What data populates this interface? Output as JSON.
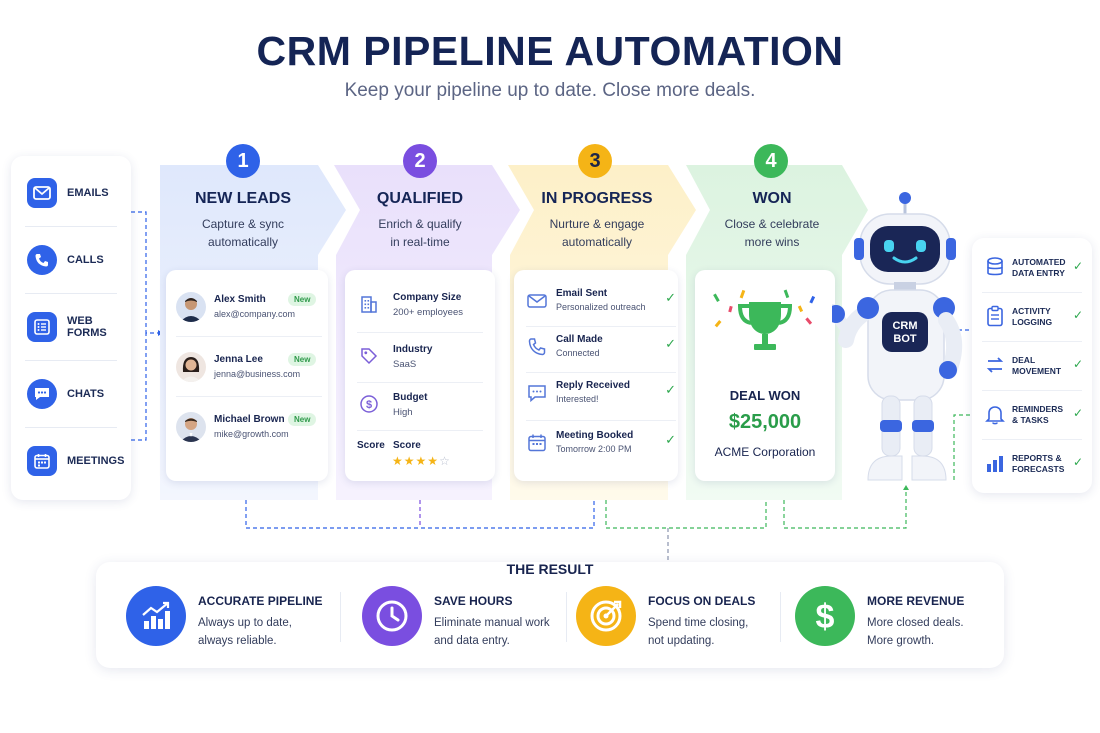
{
  "header": {
    "title": "CRM PIPELINE AUTOMATION",
    "subtitle": "Keep your pipeline up to date. Close more deals."
  },
  "sources": [
    {
      "label": "EMAILS",
      "icon": "envelope-icon"
    },
    {
      "label": "CALLS",
      "icon": "phone-icon"
    },
    {
      "label": "WEB FORMS",
      "icon": "form-icon"
    },
    {
      "label": "CHATS",
      "icon": "chat-bubble-icon"
    },
    {
      "label": "MEETINGS",
      "icon": "calendar-icon"
    }
  ],
  "stages": [
    {
      "num": "1",
      "title": "NEW LEADS",
      "desc1": "Capture & sync",
      "desc2": "automatically",
      "color": "#2f62e8"
    },
    {
      "num": "2",
      "title": "QUALIFIED",
      "desc1": "Enrich & qualify",
      "desc2": "in real-time",
      "color": "#7a4ee0"
    },
    {
      "num": "3",
      "title": "IN PROGRESS",
      "desc1": "Nurture & engage",
      "desc2": "automatically",
      "color": "#f5b416"
    },
    {
      "num": "4",
      "title": "WON",
      "desc1": "Close & celebrate",
      "desc2": "more wins",
      "color": "#3cb85a"
    }
  ],
  "leads": [
    {
      "name": "Alex Smith",
      "email": "alex@company.com",
      "badge": "New"
    },
    {
      "name": "Jenna Lee",
      "email": "jenna@business.com",
      "badge": "New"
    },
    {
      "name": "Michael Brown",
      "email": "mike@growth.com",
      "badge": "New"
    }
  ],
  "qualified": {
    "company_key": "Company Size",
    "company_val": "200+ employees",
    "industry_key": "Industry",
    "industry_val": "SaaS",
    "budget_key": "Budget",
    "budget_val": "High",
    "score_label": "Score",
    "score_key": "Score",
    "score_stars": 4,
    "score_max": 5
  },
  "progress": [
    {
      "title": "Email Sent",
      "detail": "Personalized outreach",
      "icon": "envelope-icon"
    },
    {
      "title": "Call Made",
      "detail": "Connected",
      "icon": "phone-icon"
    },
    {
      "title": "Reply Received",
      "detail": "Interested!",
      "icon": "chat-bubble-icon"
    },
    {
      "title": "Meeting Booked",
      "detail": "Tomorrow 2:00 PM",
      "icon": "calendar-icon"
    }
  ],
  "won": {
    "label": "DEAL WON",
    "amount": "$25,000",
    "company": "ACME Corporation"
  },
  "robot": {
    "badge_line1": "CRM",
    "badge_line2": "BOT"
  },
  "automations": [
    {
      "line1": "AUTOMATED",
      "line2": "DATA ENTRY",
      "icon": "database-icon"
    },
    {
      "line1": "ACTIVITY",
      "line2": "LOGGING",
      "icon": "clipboard-icon"
    },
    {
      "line1": "DEAL",
      "line2": "MOVEMENT",
      "icon": "swap-arrows-icon"
    },
    {
      "line1": "REMINDERS",
      "line2": "& TASKS",
      "icon": "bell-icon"
    },
    {
      "line1": "REPORTS &",
      "line2": "FORECASTS",
      "icon": "bar-chart-icon"
    }
  ],
  "result": {
    "title": "THE RESULT",
    "benefits": [
      {
        "title": "ACCURATE PIPELINE",
        "line1": "Always up to date,",
        "line2": "always reliable.",
        "color": "#2f62e8"
      },
      {
        "title": "SAVE HOURS",
        "line1": "Eliminate manual work",
        "line2": "and data entry.",
        "color": "#7a4ee0"
      },
      {
        "title": "FOCUS ON DEALS",
        "line1": "Spend time closing,",
        "line2": "not updating.",
        "color": "#f5b416"
      },
      {
        "title": "MORE REVENUE",
        "line1": "More closed deals.",
        "line2": "More growth.",
        "color": "#3cb85a"
      }
    ]
  },
  "colors": {
    "blue": "#2f62e8",
    "purple": "#7a4ee0",
    "yellow": "#f5b416",
    "green": "#3cb85a",
    "navy": "#142455"
  }
}
